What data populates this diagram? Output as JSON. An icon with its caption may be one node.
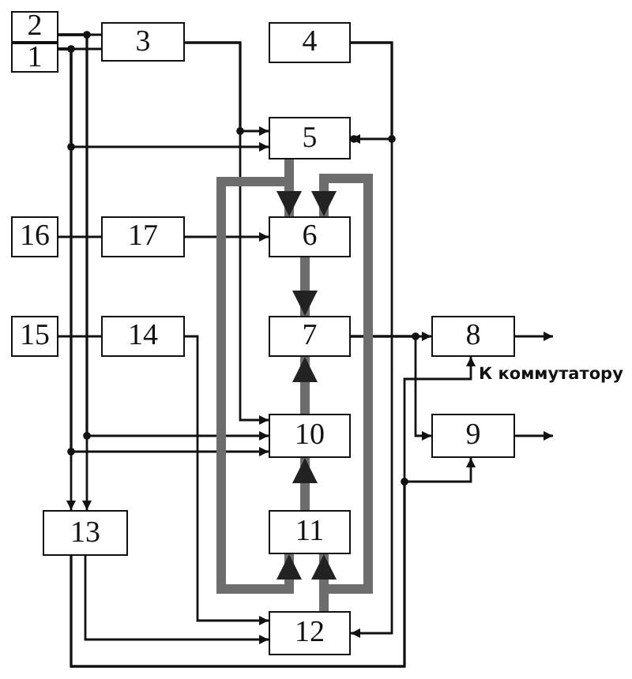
{
  "diagram": {
    "nodes": [
      {
        "text": [
          "2"
        ]
      },
      {
        "text": [
          "1"
        ]
      },
      {
        "text": [
          "3"
        ]
      },
      {
        "text": [
          "4"
        ]
      },
      {
        "text": [
          "5"
        ]
      },
      {
        "text": [
          "6"
        ]
      },
      {
        "text": [
          "7"
        ]
      },
      {
        "text": [
          "8"
        ]
      },
      {
        "text": [
          "9"
        ]
      },
      {
        "text": [
          "10"
        ]
      },
      {
        "text": [
          "11"
        ]
      },
      {
        "text": [
          "12"
        ]
      },
      {
        "text": [
          "13"
        ]
      },
      {
        "text": [
          "14"
        ]
      },
      {
        "text": [
          "15"
        ]
      },
      {
        "text": [
          "16"
        ]
      },
      {
        "text": [
          "17"
        ]
      }
    ],
    "edges": [
      {
        "from": 0,
        "to": 2,
        "arrow": "none"
      },
      {
        "from": 1,
        "to": 2,
        "arrow": "none"
      },
      {
        "from": 0,
        "to": 12,
        "arrow": "to"
      },
      {
        "from": 1,
        "to": 12,
        "arrow": "to"
      },
      {
        "from": 1,
        "to": 4,
        "arrow": "to"
      },
      {
        "from": 0,
        "to": 9,
        "arrow": "to"
      },
      {
        "from": 1,
        "to": 9,
        "arrow": "to"
      },
      {
        "from": 2,
        "to": 4,
        "arrow": "to"
      },
      {
        "from": 2,
        "to": 9,
        "arrow": "to"
      },
      {
        "from": 3,
        "to": 4,
        "arrow": "to"
      },
      {
        "from": 3,
        "to": 11,
        "arrow": "to"
      },
      {
        "from": 15,
        "to": 16,
        "arrow": "none"
      },
      {
        "from": 16,
        "to": 5,
        "arrow": "to"
      },
      {
        "from": 14,
        "to": 13,
        "arrow": "none"
      },
      {
        "from": 13,
        "to": 11,
        "arrow": "to"
      },
      {
        "from": 12,
        "to": 11,
        "arrow": "to"
      },
      {
        "from": 12,
        "to": 7,
        "arrow": "to"
      },
      {
        "from": 12,
        "to": 8,
        "arrow": "to"
      },
      {
        "from": 6,
        "to": 7,
        "arrow": "to"
      },
      {
        "from": 6,
        "to": 8,
        "arrow": "to"
      },
      {
        "from": 7,
        "to": null,
        "arrow": "to"
      },
      {
        "from": 8,
        "to": null,
        "arrow": "to"
      },
      {
        "from": 4,
        "to": 5,
        "arrow": "to",
        "style": "thick",
        "color": "#6d6d6d"
      },
      {
        "from": 5,
        "to": 6,
        "arrow": "to",
        "style": "thick",
        "color": "#6d6d6d"
      },
      {
        "from": 9,
        "to": 6,
        "arrow": "to",
        "style": "thick",
        "color": "#6d6d6d"
      },
      {
        "from": 10,
        "to": 9,
        "arrow": "to",
        "style": "thick",
        "color": "#6d6d6d"
      },
      {
        "from": 11,
        "to": 10,
        "arrow": "to",
        "style": "thick",
        "color": "#6d6d6d"
      },
      {
        "from": 4,
        "to": 10,
        "arrow": "to",
        "style": "thick",
        "color": "#6d6d6d"
      },
      {
        "from": 11,
        "to": 5,
        "arrow": "to",
        "style": "thick",
        "color": "#6d6d6d"
      }
    ],
    "labels": [
      "К коммутатору"
    ]
  }
}
